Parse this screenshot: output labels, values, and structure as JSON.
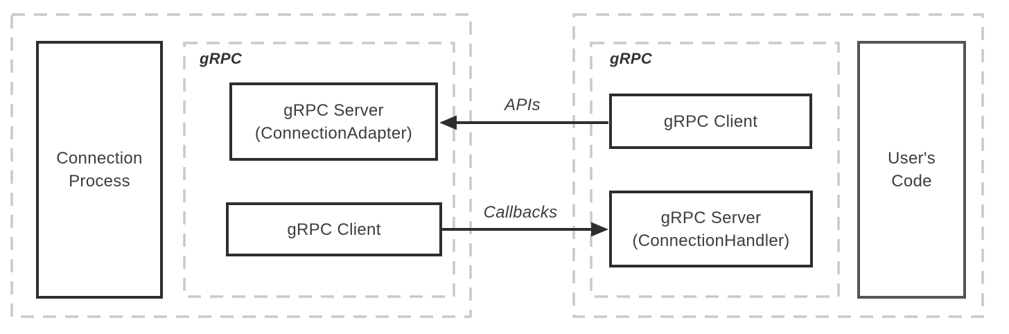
{
  "colors": {
    "solid_box_border": "#2e2e2e",
    "user_code_box_border": "#545454",
    "dashed_container_border": "#c9c9c9",
    "text": "#3d3d3d",
    "arrow": "#2e2e2e",
    "background": "#ffffff"
  },
  "left_region": {
    "process_box": {
      "line1": "Connection",
      "line2": "Process"
    },
    "grpc_container": {
      "label": "gRPC",
      "server_box": {
        "line1": "gRPC Server",
        "line2": "(ConnectionAdapter)"
      },
      "client_box": {
        "label": "gRPC Client"
      }
    }
  },
  "right_region": {
    "grpc_container": {
      "label": "gRPC",
      "client_box": {
        "label": "gRPC Client"
      },
      "server_box": {
        "line1": "gRPC Server",
        "line2": "(ConnectionHandler)"
      }
    },
    "user_code_box": {
      "line1": "User's",
      "line2": "Code"
    }
  },
  "connections": {
    "apis": {
      "label": "APIs",
      "from": "right gRPC Client",
      "to": "left gRPC Server (ConnectionAdapter)",
      "direction": "right-to-left"
    },
    "callbacks": {
      "label": "Callbacks",
      "from": "left gRPC Client",
      "to": "right gRPC Server (ConnectionHandler)",
      "direction": "left-to-right"
    }
  }
}
